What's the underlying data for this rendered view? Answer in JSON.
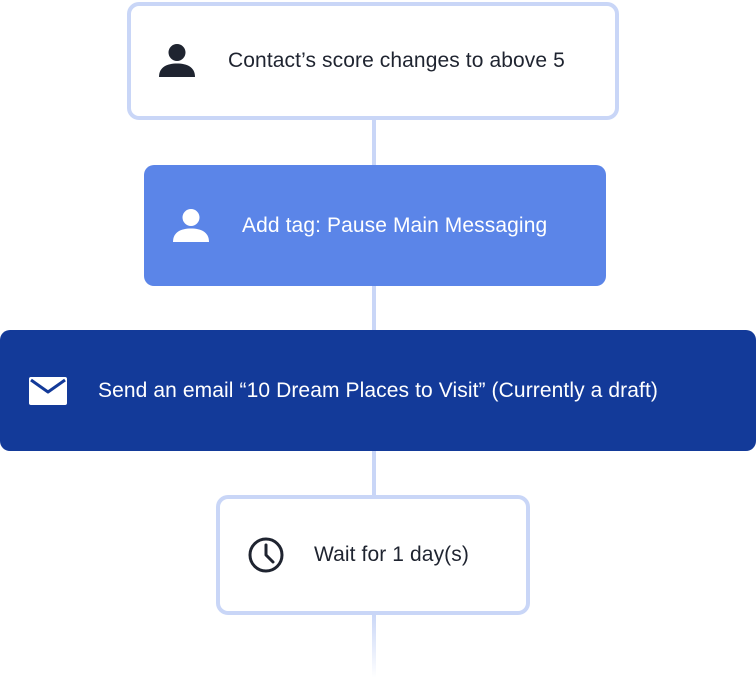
{
  "workflow": {
    "steps": [
      {
        "label": "Contact’s score changes to above 5",
        "icon": "person-icon"
      },
      {
        "label": "Add tag: Pause Main Messaging",
        "icon": "person-icon"
      },
      {
        "label": "Send an email “10 Dream Places to Visit” (Currently a draft)",
        "icon": "envelope-icon"
      },
      {
        "label": "Wait for 1 day(s)",
        "icon": "clock-icon"
      }
    ]
  },
  "colors": {
    "connector": "#c9d6f7",
    "trigger_border": "#c9d6f7",
    "action_tag_bg": "#5b85e8",
    "action_email_bg": "#133a99",
    "text_dark": "#1f2430",
    "text_light": "#ffffff"
  }
}
